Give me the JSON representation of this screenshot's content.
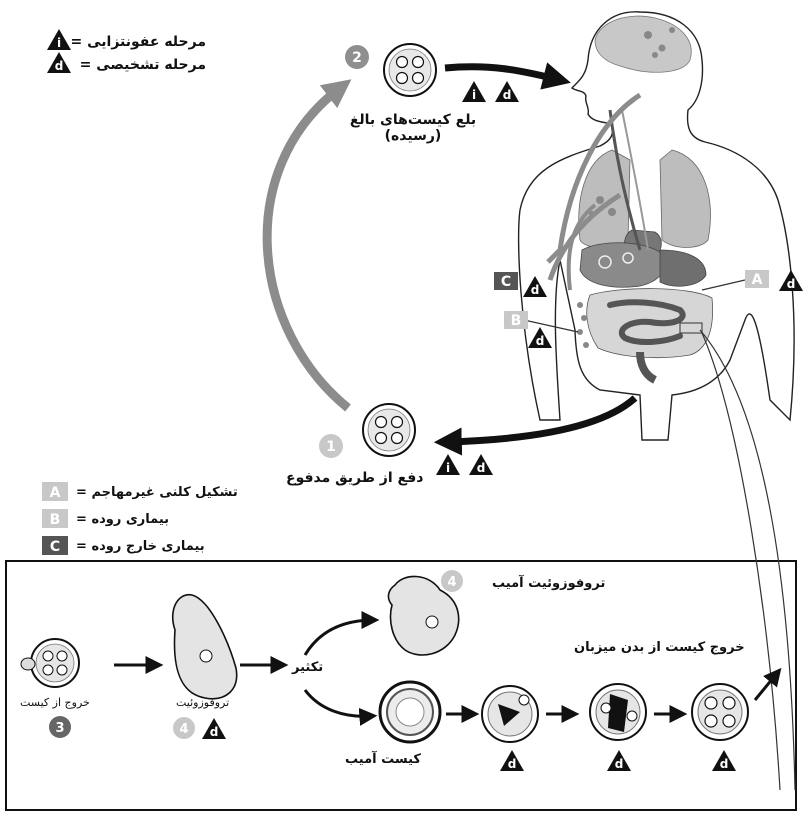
{
  "legend_stages": {
    "infective": {
      "symbol": "i",
      "eq": "=",
      "label": "مرحله عفونتزایی"
    },
    "diagnostic": {
      "symbol": "d",
      "eq": "=",
      "label": "مرحله تشخیصی"
    }
  },
  "cycle": {
    "ingestion_number": "2",
    "ingestion_label_line1": "بلع کیست‌های بالغ",
    "ingestion_label_line2": "(رسیده)",
    "excretion_number": "1",
    "excretion_label": "دفع از طریق مدفوع"
  },
  "site_markers": {
    "a": "A",
    "b": "B",
    "c": "C"
  },
  "legend_sites": [
    {
      "symbol": "A",
      "eq": "=",
      "label": "تشکیل کلنی غیرمهاجم"
    },
    {
      "symbol": "B",
      "eq": "=",
      "label": "بیماری روده"
    },
    {
      "symbol": "C",
      "eq": "=",
      "label": "بیماری خارج روده"
    }
  ],
  "lower_panel": {
    "excystation_label": "خروج از کیست",
    "excystation_number": "3",
    "trophozoite_label": "تروفوزوئیت",
    "trophozoite_number": "4",
    "multiplication_label": "تکثیر",
    "amoeba_trophozoite_label": "تروفوزوئیت آمیب",
    "amoeba_trophozoite_number": "4",
    "amoeba_cyst_label": "کیست آمیب",
    "exit_label": "خروج کیست از بدن میزبان"
  },
  "colors": {
    "ink": "#111111",
    "arrow_gray": "#8c8c8c",
    "badge_gray": "#8f8f8f",
    "light_badge": "#c8c8c8",
    "body_tint": "#d9d9d9",
    "organ_dark": "#555555"
  }
}
